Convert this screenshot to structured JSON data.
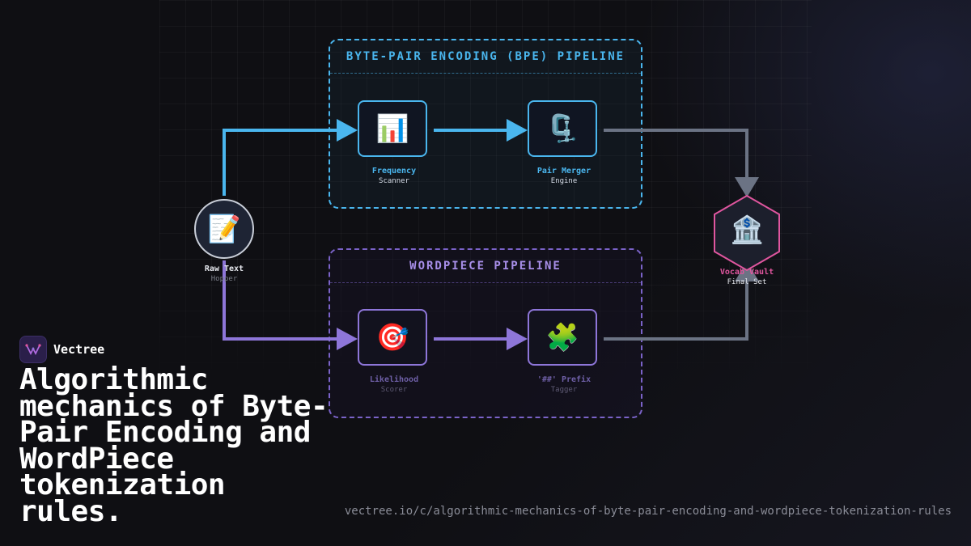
{
  "brand": {
    "name": "Vectree"
  },
  "headline": "Algorithmic mechanics of Byte-Pair Encoding and WordPiece tokenization rules.",
  "url": "vectree.io/c/algorithmic-mechanics-of-byte-pair-encoding-and-wordpiece-tokenization-rules",
  "colors": {
    "bpe": "#4ab6ee",
    "wordpiece": "#8e76d9",
    "vault": "#e0569f",
    "connector": "#6b7384"
  },
  "diagram": {
    "groups": {
      "bpe": {
        "title": "BYTE-PAIR ENCODING (BPE) PIPELINE"
      },
      "wordpiece": {
        "title": "WORDPIECE PIPELINE"
      }
    },
    "nodes": {
      "source": {
        "label": "Raw Text",
        "sub": "Hopper",
        "icon": "memo-icon"
      },
      "frequency": {
        "label": "Frequency",
        "sub": "Scanner",
        "icon": "bar-chart-icon"
      },
      "merger": {
        "label": "Pair Merger",
        "sub": "Engine",
        "icon": "clamp-icon"
      },
      "likelihood": {
        "label": "Likelihood",
        "sub": "Scorer",
        "icon": "target-icon"
      },
      "prefix": {
        "label": "'##' Prefix",
        "sub": "Tagger",
        "icon": "puzzle-icon"
      },
      "vault": {
        "label": "Vocab Vault",
        "sub": "Final Set",
        "icon": "bank-icon"
      }
    }
  }
}
